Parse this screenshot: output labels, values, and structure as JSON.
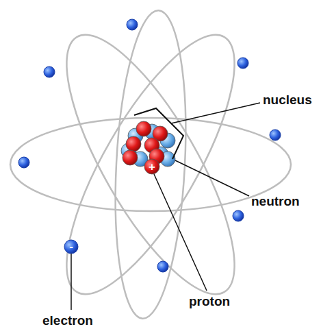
{
  "diagram": {
    "labels": [
      "nucleus",
      "neutron",
      "proton",
      "electron",
      "+",
      "-"
    ]
  }
}
